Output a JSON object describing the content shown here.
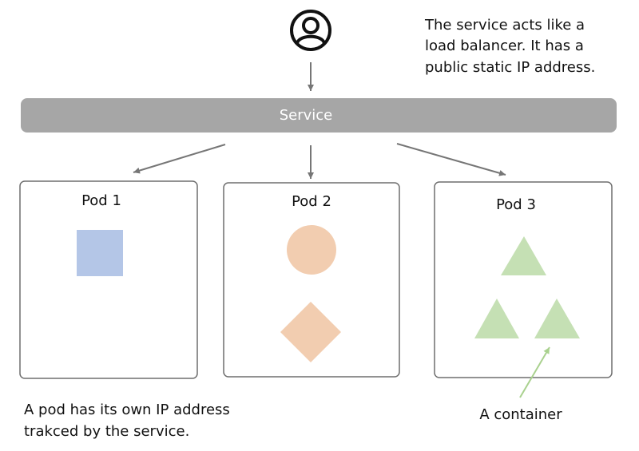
{
  "service": {
    "label": "Service",
    "note": [
      "The service acts like a",
      "load balancer. It has a",
      "public static IP address."
    ]
  },
  "user": {
    "icon": "user-icon"
  },
  "pods": [
    {
      "label": "Pod 1"
    },
    {
      "label": "Pod 2"
    },
    {
      "label": "Pod 3"
    }
  ],
  "notes": {
    "pod": [
      "A pod has its own IP address",
      "trakced by the service."
    ],
    "container": "A container"
  },
  "colors": {
    "service_bar": "#a6a6a6",
    "service_text": "#ffffff",
    "arrow": "#767676",
    "pod_border": "#6e6e6e",
    "square": "#b4c6e7",
    "orange": "#f2cdb0",
    "green": "#c5e0b4",
    "green_arrow": "#a9d18e"
  }
}
